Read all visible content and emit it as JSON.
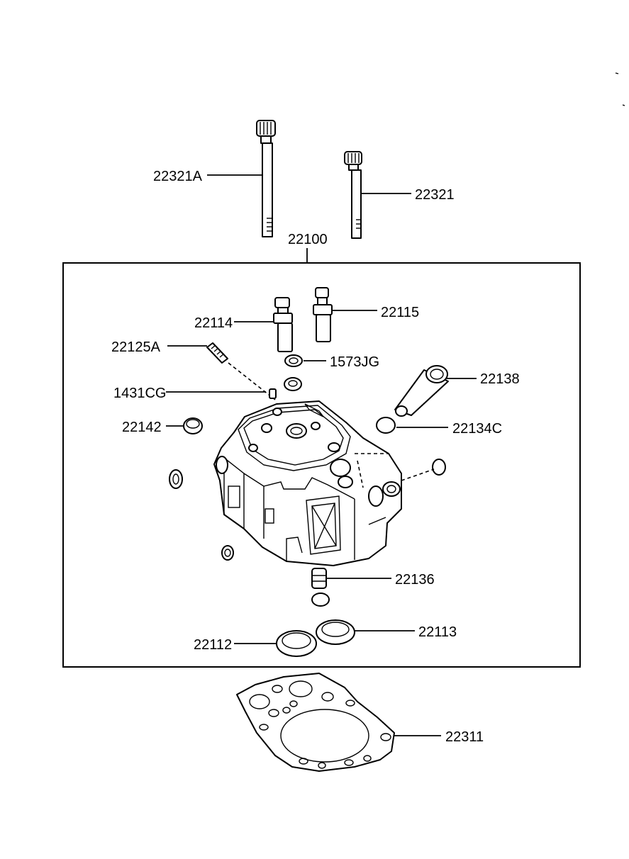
{
  "labels": {
    "bolt_long": "22321A",
    "bolt_short": "22321",
    "cylinder_head_assy": "22100",
    "valve_guide_intake": "22114",
    "valve_guide_exhaust": "22115",
    "stud": "22125A",
    "seal_ring": "1573JG",
    "pin": "1431CG",
    "plug_left": "22142",
    "tube": "22138",
    "o_ring": "22134C",
    "plug_bottom": "22136",
    "valve_seat_intake": "22112",
    "valve_seat_exhaust": "22113",
    "head_gasket": "22311"
  }
}
